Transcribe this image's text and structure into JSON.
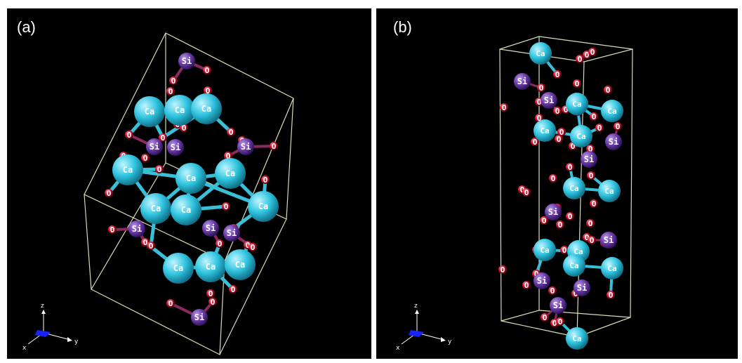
{
  "panels": [
    {
      "id": "a",
      "label": "(a)"
    },
    {
      "id": "b",
      "label": "(b)"
    }
  ],
  "elements": {
    "Ca": {
      "symbol": "Ca",
      "color": "#2fc4e0"
    },
    "Si": {
      "symbol": "Si",
      "color": "#6a3aa8"
    },
    "O": {
      "symbol": "O",
      "color": "#c4102b"
    }
  },
  "axes_labels": {
    "z": "z",
    "y": "y",
    "x": "x"
  },
  "cell_color": "#d8dcb8",
  "bond_color": "#38c0d8",
  "background": "#000000"
}
